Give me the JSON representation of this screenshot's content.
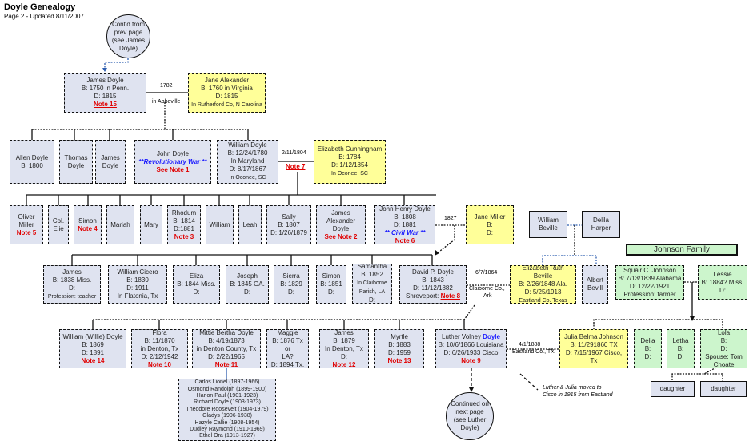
{
  "header": {
    "title": "Doyle Genealogy",
    "subtitle": "Page 2 - Updated 8/11/2007"
  },
  "circles": {
    "top": [
      "Cont'd from",
      "prev page",
      "(see James",
      "Doyle)"
    ],
    "bottom": [
      "Continued on",
      "next page",
      "(see Luther",
      "Doyle)"
    ]
  },
  "people": {
    "james_doyle": [
      {
        "t": "James Doyle"
      },
      {
        "t": "B: 1750 in Penn."
      },
      {
        "t": "D: 1815"
      },
      {
        "t": "Note 15",
        "s": "note"
      }
    ],
    "jane_alexander": [
      {
        "t": "Jane Alexander"
      },
      {
        "t": "B: 1760 in Virginia"
      },
      {
        "t": "D: 1815"
      },
      {
        "t": "In Rutherford Co, N Carolina",
        "s": "small"
      }
    ],
    "allen_doyle": [
      {
        "t": "Allen Doyle"
      },
      {
        "t": "B: 1800"
      }
    ],
    "thomas_doyle": [
      {
        "t": "Thomas"
      },
      {
        "t": "Doyle"
      }
    ],
    "james_doyle_2": [
      {
        "t": "James"
      },
      {
        "t": "Doyle"
      }
    ],
    "john_doyle": [
      {
        "t": "John Doyle"
      },
      {
        "t": "**Revolutionary War **",
        "s": "war"
      },
      {
        "t": "See Note 1",
        "s": "note"
      }
    ],
    "william_doyle": [
      {
        "t": "William Doyle"
      },
      {
        "t": "B: 12/24/1780"
      },
      {
        "t": "In Maryland"
      },
      {
        "t": "D: 8/17/1867"
      },
      {
        "t": "In Oconee, SC",
        "s": "small"
      }
    ],
    "elizabeth_cunningham": [
      {
        "t": "Elizabeth Cunningham"
      },
      {
        "t": "B: 1784"
      },
      {
        "t": "D: 1/12/1854"
      },
      {
        "t": "In Oconee, SC",
        "s": "small"
      }
    ],
    "oliver_miller": [
      {
        "t": "Oliver"
      },
      {
        "t": "Miller"
      },
      {
        "t": "Note 5",
        "s": "note"
      }
    ],
    "col_elie": [
      {
        "t": "Col."
      },
      {
        "t": "Elie"
      }
    ],
    "simon": [
      {
        "t": "Simon"
      },
      {
        "t": "Note 4",
        "s": "note"
      }
    ],
    "mariah": [
      {
        "t": "Mariah"
      }
    ],
    "mary": [
      {
        "t": "Mary"
      }
    ],
    "rhodum": [
      {
        "t": "Rhodum"
      },
      {
        "t": "B: 1814"
      },
      {
        "t": "D:1881"
      },
      {
        "t": "Note 3",
        "s": "note"
      }
    ],
    "william": [
      {
        "t": "William"
      }
    ],
    "leah": [
      {
        "t": "Leah"
      }
    ],
    "sally": [
      {
        "t": "Sally"
      },
      {
        "t": "B: 1807"
      },
      {
        "t": "D: 1/26/1879"
      }
    ],
    "james_alexander_doyle": [
      {
        "t": "James"
      },
      {
        "t": "Alexander Doyle"
      },
      {
        "t": "See Note 2",
        "s": "note"
      }
    ],
    "john_henry_doyle": [
      {
        "t": "John Henry Doyle"
      },
      {
        "t": "B: 1808"
      },
      {
        "t": "D: 1881"
      },
      {
        "t": "** Civil War **",
        "s": "war"
      },
      {
        "t": "Note 6",
        "s": "note"
      }
    ],
    "jane_miller": [
      {
        "t": "Jane Miller"
      },
      {
        "t": "B:"
      },
      {
        "t": "D:"
      }
    ],
    "william_beville": [
      {
        "t": "William"
      },
      {
        "t": "Beville"
      }
    ],
    "delila_harper": [
      {
        "t": "Delila"
      },
      {
        "t": "Harper"
      }
    ],
    "james_b1838": [
      {
        "t": "James"
      },
      {
        "t": "B: 1838 Miss."
      },
      {
        "t": "D:"
      },
      {
        "t": "Profession: teacher",
        "s": "small"
      }
    ],
    "william_cicero": [
      {
        "t": "William Cicero"
      },
      {
        "t": "B: 1830"
      },
      {
        "t": "D: 1911"
      },
      {
        "t": "In Flatonia, Tx"
      }
    ],
    "eliza": [
      {
        "t": "Eliza"
      },
      {
        "t": "B: 1844 Miss."
      },
      {
        "t": "D:"
      }
    ],
    "joseph": [
      {
        "t": "Joseph"
      },
      {
        "t": "B: 1845 GA."
      },
      {
        "t": "D:"
      }
    ],
    "sierra": [
      {
        "t": "Sierra"
      },
      {
        "t": "B: 1829"
      },
      {
        "t": "D:"
      }
    ],
    "simon_b1851": [
      {
        "t": "Simon"
      },
      {
        "t": "B: 1851"
      },
      {
        "t": "D:"
      }
    ],
    "samantha": [
      {
        "t": "Samantha"
      },
      {
        "t": "B: 1852"
      },
      {
        "t": "In Claiborne",
        "s": "small"
      },
      {
        "t": "Parish, LA",
        "s": "small"
      },
      {
        "t": "D:"
      }
    ],
    "david_p_doyle": [
      {
        "t": "David P. Doyle"
      },
      {
        "t": "B: 1843"
      },
      {
        "t": "D: 11/12/1882"
      },
      {
        "parts": [
          {
            "t": "Shreveport: "
          },
          {
            "t": "Note 8",
            "s": "note"
          }
        ]
      }
    ],
    "elizabeth_ruth_beville": [
      {
        "t": "Elizabeth Ruth Beville"
      },
      {
        "t": "B: 2/26/1848 Ala."
      },
      {
        "t": "D: 5/25/1913"
      },
      {
        "t": "Eastland Co. Texas",
        "s": "small"
      }
    ],
    "albert_bevill": [
      {
        "t": "Albert"
      },
      {
        "t": "Bevill"
      }
    ],
    "squair_johnson": [
      {
        "t": "Squair C. Johnson"
      },
      {
        "t": "B: 7/13/1839 Alabama"
      },
      {
        "t": "D: 12/22/1921"
      },
      {
        "t": "Profession: farmer"
      }
    ],
    "lessie": [
      {
        "t": "Lessie"
      },
      {
        "t": "B: 1884? Miss."
      },
      {
        "t": "D:"
      }
    ],
    "william_willie_doyle": [
      {
        "t": "William (Willie) Doyle"
      },
      {
        "t": "B: 1869"
      },
      {
        "t": "D: 1891"
      },
      {
        "t": "Note 14",
        "s": "note"
      }
    ],
    "flora": [
      {
        "t": "Flora"
      },
      {
        "t": "B: 11/1870"
      },
      {
        "t": "in Denton, Tx"
      },
      {
        "t": "D: 2/12/1942"
      },
      {
        "t": "Note 10",
        "s": "note"
      }
    ],
    "mittie_bertha_doyle": [
      {
        "t": "Mittie Bertha Doyle"
      },
      {
        "t": "B: 4/19/1873"
      },
      {
        "t": "in Denton County, Tx"
      },
      {
        "t": "D: 2/22/1965"
      },
      {
        "t": "Note 11",
        "s": "note"
      }
    ],
    "maggie": [
      {
        "t": "Maggie"
      },
      {
        "t": "B: 1876 Tx or"
      },
      {
        "t": "LA?"
      },
      {
        "t": "D: 1894 Tx."
      }
    ],
    "james_b1879": [
      {
        "t": "James"
      },
      {
        "t": "B: 1879"
      },
      {
        "t": "In Denton, Tx"
      },
      {
        "t": "D:"
      },
      {
        "t": "Note 12",
        "s": "note"
      }
    ],
    "myrtle": [
      {
        "t": "Myrtle"
      },
      {
        "t": "B: 1883"
      },
      {
        "t": "D: 1959"
      },
      {
        "t": "Note 13",
        "s": "note"
      }
    ],
    "luther_volney_doyle": [
      {
        "parts": [
          {
            "t": "Luther Volney "
          },
          {
            "t": "Doyle",
            "s": "blue"
          }
        ]
      },
      {
        "t": "B: 10/6/1866 Louisiana"
      },
      {
        "t": "D: 6/26/1933 Cisco"
      },
      {
        "t": "Note 9",
        "s": "note"
      }
    ],
    "julia_belma_johnson": [
      {
        "t": "Julia Belma Johnson"
      },
      {
        "t": "B: 11/291860 TX"
      },
      {
        "t": "D: 7/15/1967 Cisco, Tx"
      }
    ],
    "delia": [
      {
        "t": "Delia"
      },
      {
        "t": "B:"
      },
      {
        "t": "D:"
      }
    ],
    "letha": [
      {
        "t": "Letha"
      },
      {
        "t": "B:"
      },
      {
        "t": "D:"
      }
    ],
    "lola": [
      {
        "t": "Lola"
      },
      {
        "t": "B:"
      },
      {
        "t": "D:"
      },
      {
        "t": "Spouse: Tom"
      },
      {
        "t": "Choate"
      }
    ],
    "mittie_children": [
      {
        "t": "Carlos Lionel (1897-1966)"
      },
      {
        "t": "Osmond Randolph (1899-1900)"
      },
      {
        "t": "Harlon Paul (1901-1923)"
      },
      {
        "t": "Richard Doyle (1903-1973)"
      },
      {
        "t": "Theodore Roosevelt (1904-1979)"
      },
      {
        "t": "Gladys (1906-1938)"
      },
      {
        "t": "Hazyle Callie (1908-1954)"
      },
      {
        "t": "Dudley Raymond (1910-1969)"
      },
      {
        "t": "Ethel Ora (1913-1927)"
      }
    ],
    "daughter_1": [
      {
        "t": "daughter"
      }
    ],
    "daughter_2": [
      {
        "t": "daughter"
      }
    ]
  },
  "family_label": "Johnson Family",
  "marriages": {
    "james_jane_date": "1782",
    "james_jane_place": "in Abbeville",
    "william_elizabeth_date": "2/11/1804",
    "william_elizabeth_note": "Note 7",
    "john_jane_date": "1827",
    "david_elizabeth_date": "6/7/1864",
    "david_elizabeth_place_1": "Claiborne Co.,",
    "david_elizabeth_place_2": "Ark",
    "luther_julia_date": "4/1/1888",
    "luther_julia_place": "Eastland Co., TX"
  },
  "annotation": "Luther & Julia moved to Cisco in 1915 from Eastland"
}
